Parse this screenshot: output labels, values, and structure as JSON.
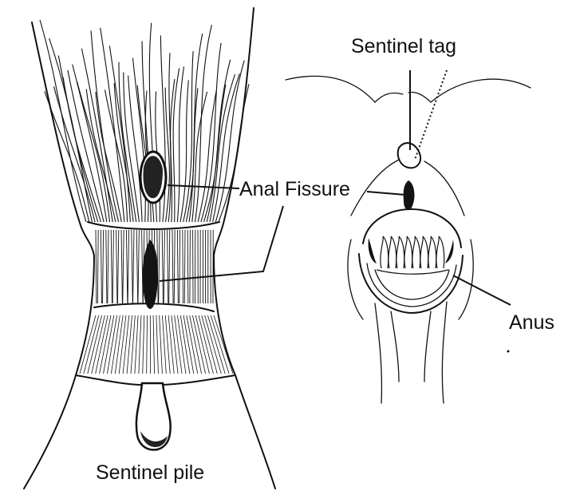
{
  "labels": {
    "anal_fissure": "Anal Fissure",
    "sentinel_pile": "Sentinel pile",
    "sentinel_tag": "Sentinel tag",
    "anus": "Anus"
  },
  "colors": {
    "ink": "#111111",
    "background": "#ffffff"
  }
}
